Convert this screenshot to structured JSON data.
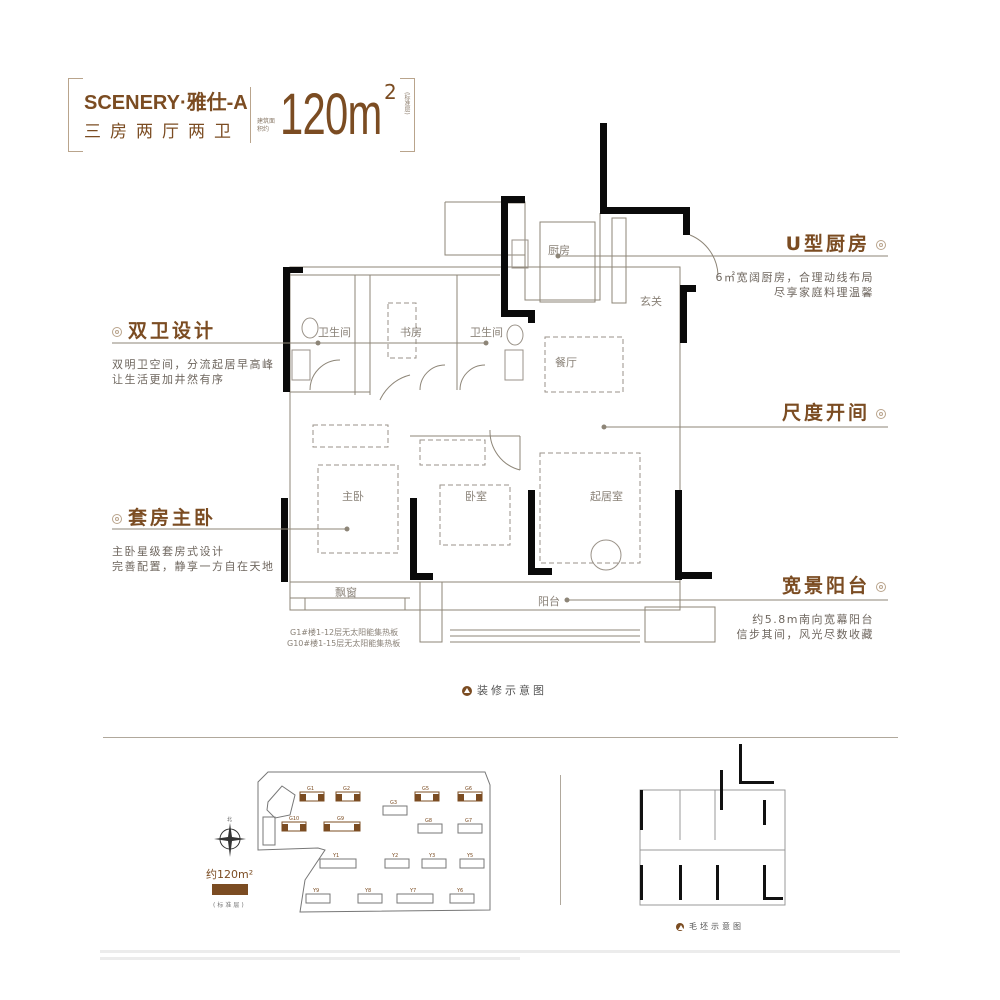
{
  "header": {
    "title_en": "SCENERY·雅仕-A",
    "layout": "三房两厅两卫",
    "area_label": "建筑面积约",
    "area_value": "120m",
    "area_unit_sup": "2",
    "floor_type": "(标准层)"
  },
  "floorplan": {
    "rooms": {
      "kitchen": "厨房",
      "entrance": "玄关",
      "bath1": "卫生间",
      "study": "书房",
      "bath2": "卫生间",
      "dining": "餐厅",
      "master": "主卧",
      "bedroom": "卧室",
      "living": "起居室",
      "bay_window": "飘窗",
      "balcony": "阳台"
    },
    "solar_note": [
      "G1#楼1-12层无太阳能集热板",
      "G10#楼1-15层无太阳能集热板"
    ],
    "caption": "装修示意图"
  },
  "features": [
    {
      "title": "U型厨房",
      "desc": [
        "6㎡宽阔厨房，合理动线布局",
        "尽享家庭料理温馨"
      ]
    },
    {
      "title": "双卫设计",
      "desc": [
        "双明卫空间，分流起居早高峰",
        "让生活更加井然有序"
      ]
    },
    {
      "title": "尺度开间",
      "desc": []
    },
    {
      "title": "套房主卧",
      "desc": [
        "主卧星级套房式设计",
        "完善配置，静享一方自在天地"
      ]
    },
    {
      "title": "宽景阳台",
      "desc": [
        "约5.8m南向宽幕阳台",
        "信步其间，风光尽数收藏"
      ]
    }
  ],
  "siteplan": {
    "north": "北",
    "buildings": [
      "G1",
      "G2",
      "G3",
      "G5",
      "G6",
      "G10",
      "G9",
      "G8",
      "G7",
      "Y1",
      "Y2",
      "Y3",
      "Y5",
      "Y9",
      "Y8",
      "Y7",
      "Y6"
    ],
    "highlighted": [
      "G1",
      "G2",
      "G5",
      "G6",
      "G10",
      "G9"
    ],
    "legend_area": "约120m²",
    "legend_floor": "(标准层)",
    "legend_color": "#7b4c22"
  },
  "rough_plan": {
    "caption": "毛坯示意图"
  },
  "colors": {
    "brand": "#7b4c22",
    "line": "#8d8577",
    "wall": "#0a0a0a"
  }
}
